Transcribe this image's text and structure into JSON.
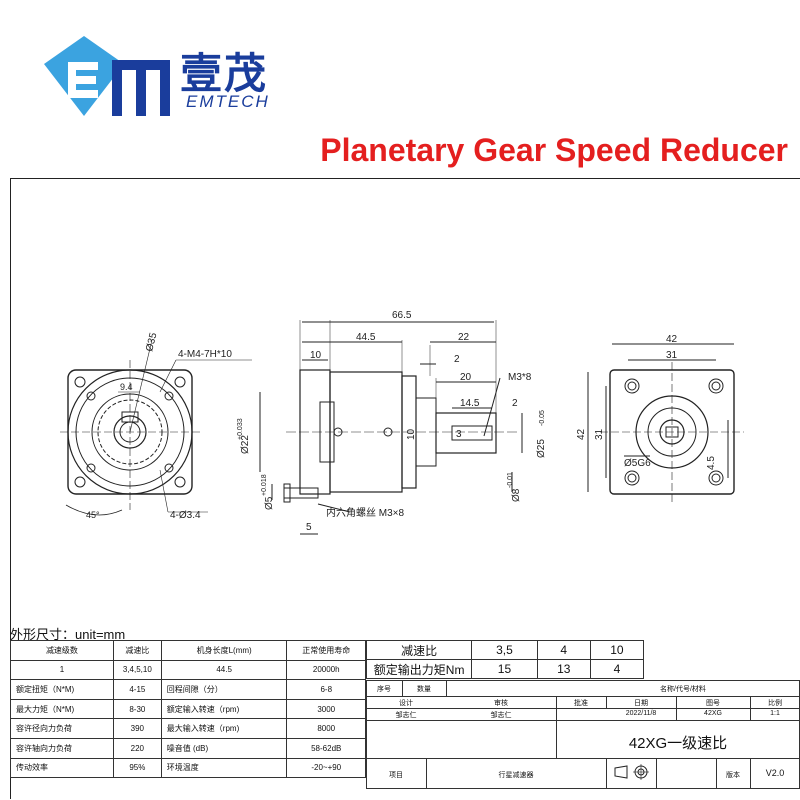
{
  "brand": {
    "name_cn": "壹茂",
    "name_en": "EMTECH",
    "primary_color": "#1a3d9c",
    "accent_color": "#3ba3e0"
  },
  "title": "Planetary Gear Speed Reducer",
  "title_color": "#e41f1f",
  "drawing": {
    "dims": {
      "total_len": "66.5",
      "body_len": "44.5",
      "front_len": "22",
      "flange_10": "10",
      "step_2": "2",
      "shaft_20": "20",
      "key_14_5": "14.5",
      "key_2": "2",
      "m3x8": "M3*8",
      "width_42": "42",
      "width_31": "31",
      "height_42": "42",
      "height_31": "31",
      "keyway_3": "3",
      "shaft_10": "10",
      "pilot_d": "Ø25",
      "pilot_tol": "-0.05",
      "output_d": "Ø8",
      "output_tol": "-0.01",
      "input_d": "Ø22",
      "input_tol": "+0.033",
      "input_d2": "Ø5",
      "input_tol2": "+0.018",
      "dim_5": "5",
      "hex_screw": "内六角螺丝 M3×8",
      "bolt_circle": "Ø35",
      "thread_note": "4-M4-7H*10",
      "dim_9_4": "9.4",
      "angle": "45°",
      "holes": "4-Ø3.4",
      "slot": "Ø5G6",
      "dim_4_5": "4.5",
      "dim_zero": "0"
    }
  },
  "unit_caption": "外形尺寸：unit=mm",
  "spec_table": {
    "header": [
      "减速级数",
      "减速比",
      "机身长度L(mm)",
      "正常使用寿命"
    ],
    "row1": [
      "1",
      "3,4,5,10",
      "44.5",
      "20000h"
    ],
    "rows": [
      [
        "额定扭矩（N*M)",
        "4-15",
        "回程间隙（分）",
        "6-8"
      ],
      [
        "最大力矩（N*M)",
        "8-30",
        "额定输入转速（rpm)",
        "3000"
      ],
      [
        "容许径向力负荷",
        "390",
        "最大输入转速（rpm)",
        "8000"
      ],
      [
        "容许轴向力负荷",
        "220",
        "噪音值 (dB)",
        "58-62dB"
      ],
      [
        "传动效率",
        "95%",
        "环境温度",
        "-20~+90"
      ]
    ]
  },
  "ratio_table": {
    "row1": [
      "减速比",
      "3,5",
      "4",
      "10"
    ],
    "row2": [
      "额定输出力矩Nm",
      "15",
      "13",
      "4"
    ]
  },
  "title_block": {
    "seq": "序号",
    "qty": "数量",
    "name_code_material": "名称/代号/材料",
    "design": "设计",
    "review": "审核",
    "approve": "批准",
    "date": "日期",
    "drawing_no": "图号",
    "scale": "比例",
    "designer": "邹志仁",
    "reviewer": "邹志仁",
    "date_value": "2022/11/8",
    "drawing_no_value": "42XG",
    "scale_value": "1:1",
    "product_name": "42XG一级速比",
    "item": "项目",
    "item_value": "行星减速器",
    "version_label": "版本",
    "version": "V2.0"
  }
}
